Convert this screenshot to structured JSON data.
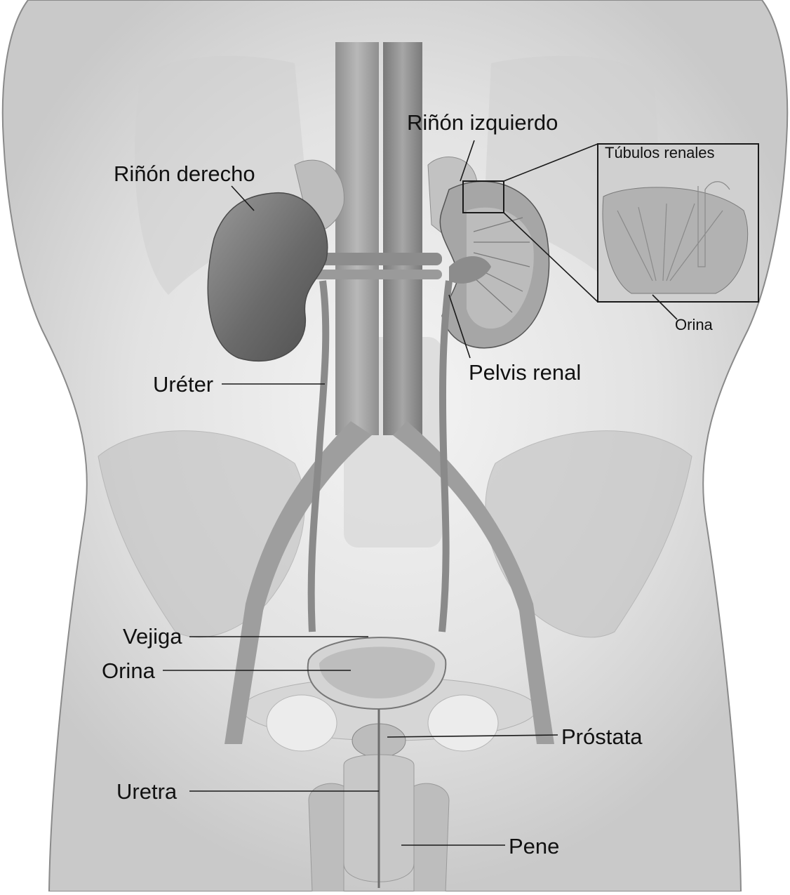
{
  "labels": {
    "left_kidney": "Riñón izquierdo",
    "right_kidney": "Riñón derecho",
    "renal_tubules": "Túbulos renales",
    "urine_inset": "Orina",
    "renal_pelvis": "Pelvis renal",
    "ureter": "Uréter",
    "bladder": "Vejiga",
    "urine": "Orina",
    "prostate": "Próstata",
    "urethra": "Uretra",
    "penis": "Pene"
  },
  "colors": {
    "background": "#ffffff",
    "body_fill": "#d9d9d9",
    "body_outline": "#8a8a8a",
    "organ_dark": "#6e6e6e",
    "organ_mid": "#9c9c9c",
    "organ_light": "#c4c4c4",
    "text": "#111111"
  }
}
